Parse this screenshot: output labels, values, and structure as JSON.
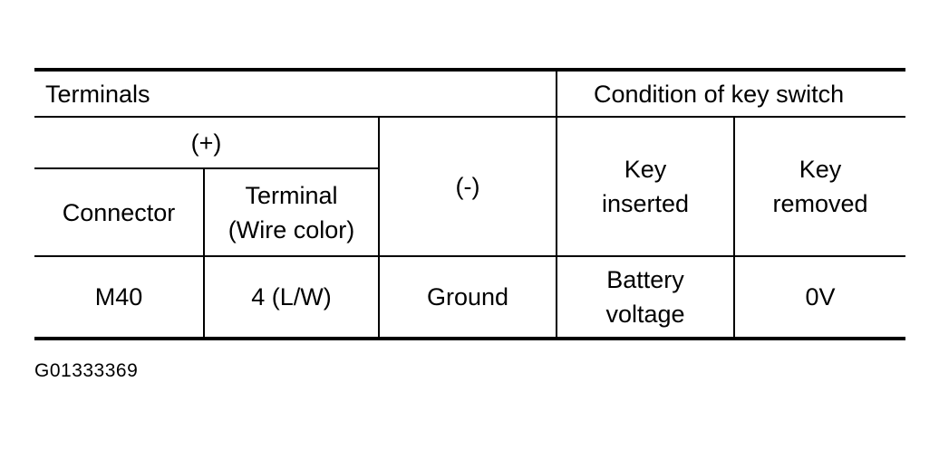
{
  "table": {
    "header": {
      "terminals": "Terminals",
      "condition": "Condition of key switch",
      "plus": "(+)",
      "minus": "(-)",
      "connector": "Connector",
      "terminal_line1": "Terminal",
      "terminal_line2": "(Wire color)",
      "key_inserted_line1": "Key",
      "key_inserted_line2": "inserted",
      "key_removed_line1": "Key",
      "key_removed_line2": "removed"
    },
    "rows": [
      {
        "connector": "M40",
        "terminal": "4 (L/W)",
        "negative": "Ground",
        "key_inserted_line1": "Battery",
        "key_inserted_line2": "voltage",
        "key_removed": "0V"
      }
    ]
  },
  "figure_id": "G01333369"
}
